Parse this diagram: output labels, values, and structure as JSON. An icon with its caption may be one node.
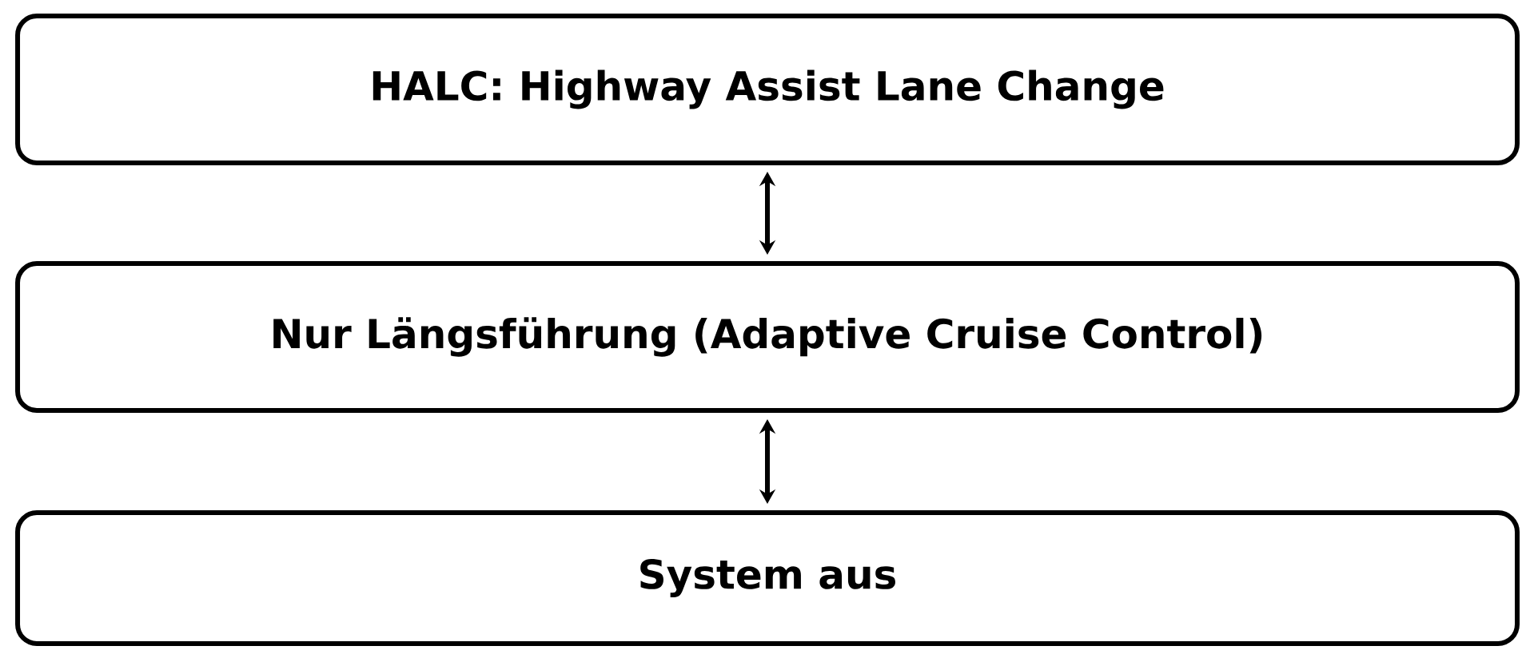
{
  "diagram": {
    "nodes": [
      {
        "text": [
          "HALC: Highway Assist Lane Change"
        ]
      },
      {
        "text": [
          "Nur Längsführung (Adaptive Cruise Control)"
        ]
      },
      {
        "text": [
          "System aus"
        ]
      }
    ],
    "edges": [
      {
        "from": 0,
        "to": 1,
        "arrow": "both"
      },
      {
        "from": 1,
        "to": 2,
        "arrow": "both"
      }
    ]
  }
}
